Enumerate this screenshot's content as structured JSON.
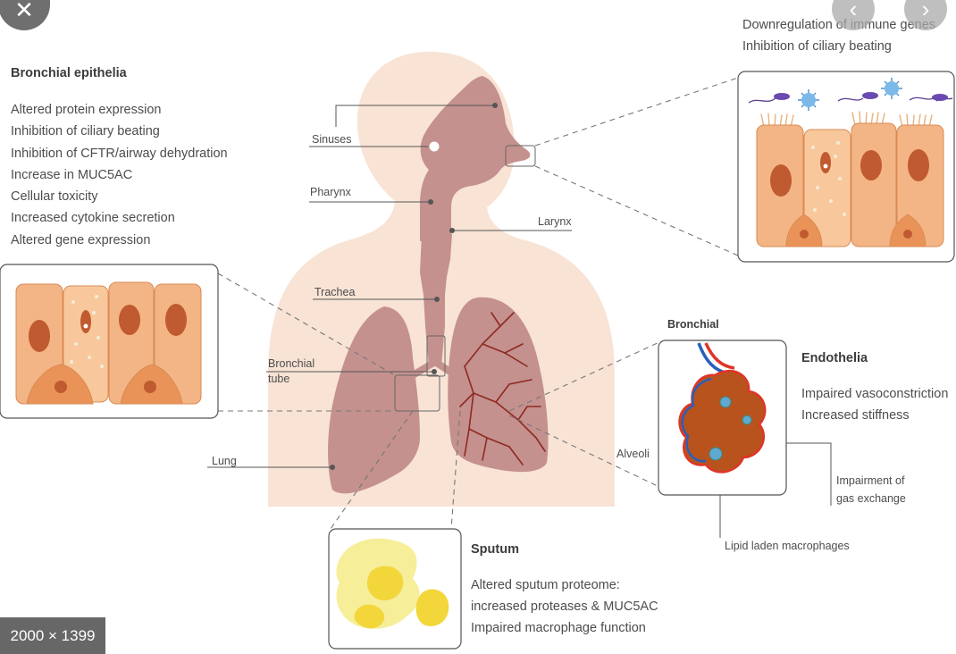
{
  "overlay": {
    "close_glyph": "✕",
    "prev_glyph": "‹",
    "next_glyph": "›",
    "dimensions": "2000 × 1399"
  },
  "nasal": {
    "effects": [
      "Downregulation of immune genes",
      "Inhibition of ciliary beating"
    ]
  },
  "bronchial_epithelia": {
    "heading": "Bronchial epithelia",
    "effects": [
      "Altered protein expression",
      "Inhibition of ciliary beating",
      "Inhibition of CFTR/airway dehydration",
      "Increase in MUC5AC",
      "Cellular toxicity",
      "Increased cytokine secretion",
      "Altered gene expression"
    ]
  },
  "labels": {
    "sinuses": "Sinuses",
    "pharynx": "Pharynx",
    "larynx": "Larynx",
    "trachea": "Trachea",
    "bronchial_tube_1": "Bronchial",
    "bronchial_tube_2": "tube",
    "lung": "Lung",
    "bronchial": "Bronchial",
    "alveoli": "Alveoli",
    "gas_exchange_1": "Impairment of",
    "gas_exchange_2": "gas exchange",
    "lipid_macrophages": "Lipid laden macrophages"
  },
  "endothelia": {
    "heading": "Endothelia",
    "effects": [
      "Impaired vasoconstriction",
      "Increased stiffness"
    ]
  },
  "sputum": {
    "heading": "Sputum",
    "effects": [
      "Altered sputum proteome:",
      "increased proteases & MUC5AC",
      "Impaired macrophage function"
    ]
  },
  "colors": {
    "body": "#f8e3d5",
    "airway": "#c4918e",
    "vessel": "#8e2a22",
    "cell": "#f3b585",
    "nucleus": "#c05a30",
    "blood_red": "#e03428",
    "blood_blue": "#2860b8",
    "alveolus": "#b8531e",
    "sputum_light": "#f7ee99",
    "sputum_dark": "#f2d63a"
  }
}
